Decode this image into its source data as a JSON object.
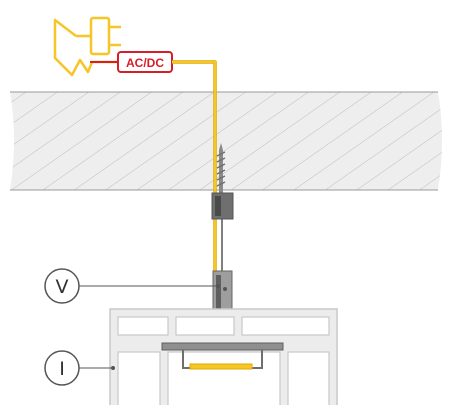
{
  "labels": {
    "converter": "AC/DC",
    "suspension": "V",
    "profile": "I"
  },
  "colors": {
    "cable": "#f6c526",
    "cable_edge": "#e1a900",
    "converter_badge": "#d61e2b",
    "converter_wire": "#d61e2b",
    "ceiling_fill": "#eeeeee",
    "ceiling_hatch": "#bdbdbd",
    "profile_fill": "#ececec",
    "profile_stroke": "#c9c9c9",
    "hardware": "#7d7d7d",
    "callout_stroke": "#555555"
  },
  "icons": {
    "plug": "plug-icon",
    "screw": "screw-anchor-icon",
    "suspension_clamp": "suspension-clamp-icon"
  }
}
